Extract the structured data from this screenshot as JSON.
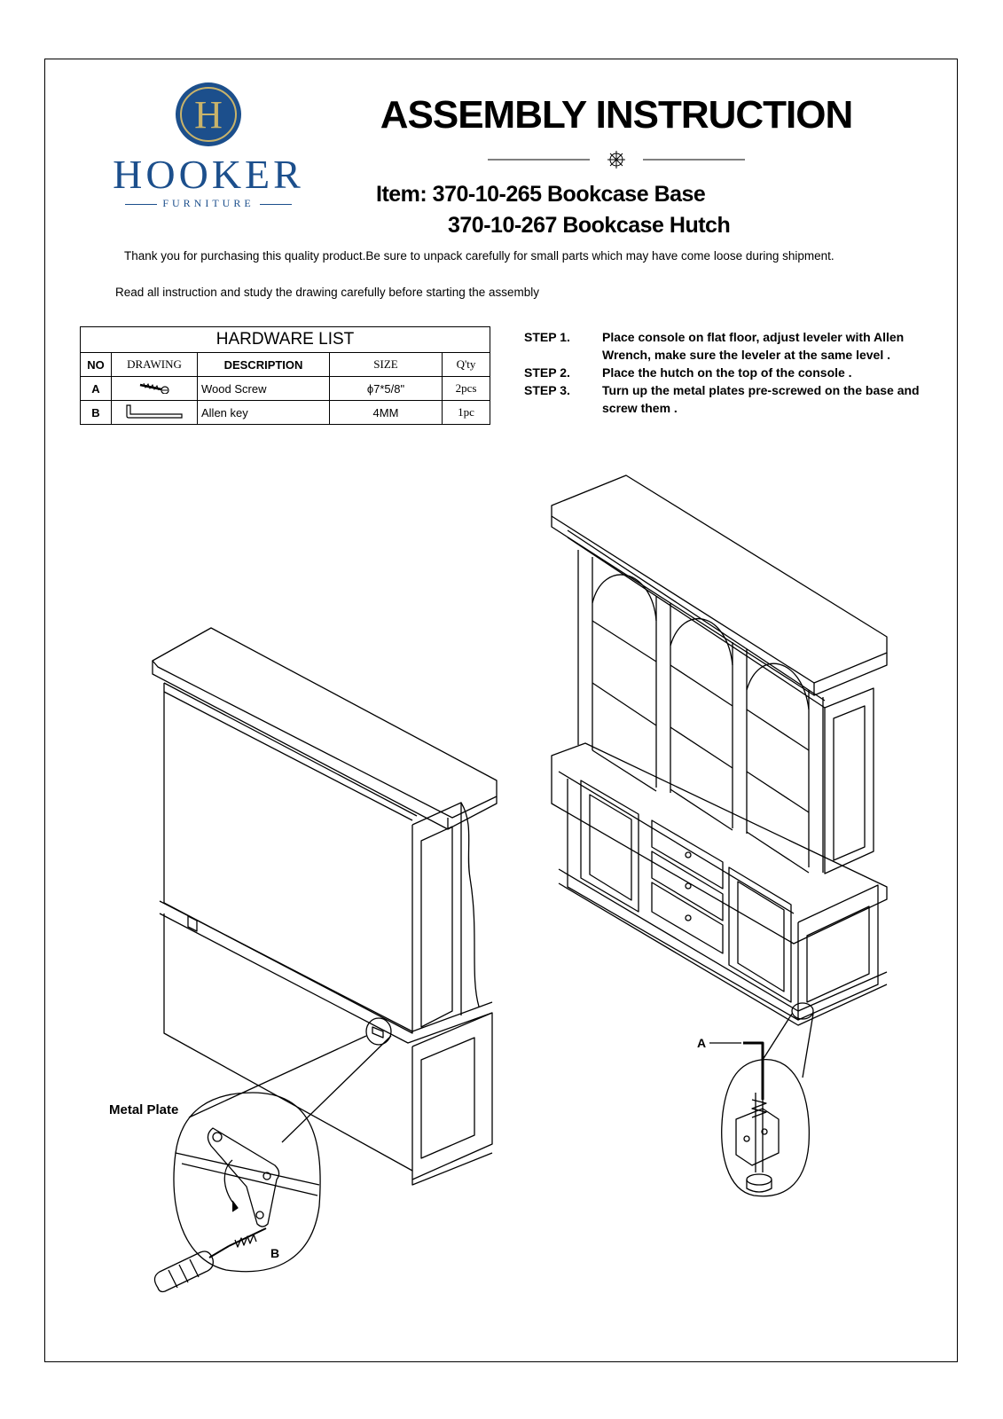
{
  "brand": {
    "monogram": "H",
    "name": "HOOKER",
    "tagline": "FURNITURE"
  },
  "title": "ASSEMBLY INSTRUCTION",
  "items": {
    "line1": "Item:  370-10-265  Bookcase  Base",
    "line2": "370-10-267  Bookcase  Hutch"
  },
  "intro": {
    "para1": "Thank you for purchasing this quality product.Be sure to unpack carefully for small parts which may have come loose during shipment.",
    "para2": "Read all instruction and study the drawing carefully before starting the assembly"
  },
  "hardware_list": {
    "caption": "HARDWARE  LIST",
    "headers": [
      "NO",
      "DRAWING",
      "DESCRIPTION",
      "SIZE",
      "Q'ty"
    ],
    "rows": [
      {
        "no": "A",
        "drawing": "wood-screw-icon",
        "description": "Wood Screw",
        "size": "ϕ7*5/8\"",
        "qty": "2pcs"
      },
      {
        "no": "B",
        "drawing": "allen-key-icon",
        "description": "Allen key",
        "size": "4MM",
        "qty": "1pc"
      }
    ]
  },
  "steps": [
    {
      "num": "STEP 1.",
      "text": "Place console on flat floor, adjust leveler with Allen Wrench, make sure the leveler at the same level ."
    },
    {
      "num": "STEP 2.",
      "text": "Place the hutch on the top of the console ."
    },
    {
      "num": "STEP 3.",
      "text": "Turn up the metal plates pre-screwed  on the base and screw them ."
    }
  ],
  "callouts": {
    "metal_plate": "Metal Plate",
    "label_a": "A",
    "label_b": "B"
  },
  "colors": {
    "brand_blue": "#1c4f8c",
    "line": "#000000"
  }
}
